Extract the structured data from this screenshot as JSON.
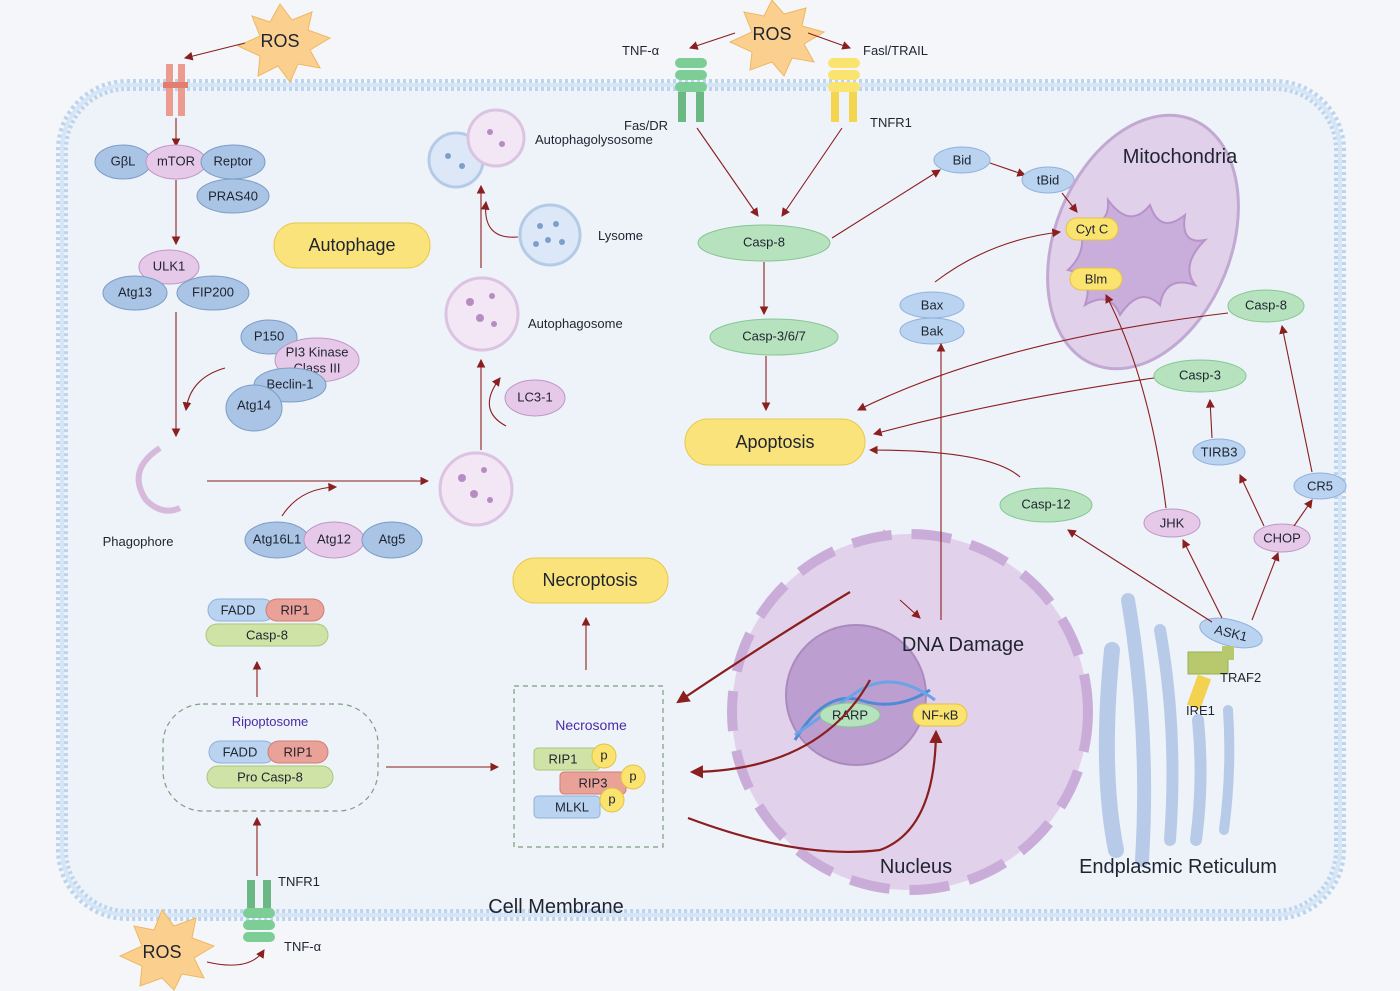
{
  "ros": {
    "label": "ROS"
  },
  "membrane": {
    "cell_membrane": "Cell Membrane"
  },
  "organelles": {
    "mitochondria": "Mitochondria",
    "nucleus": "Nucleus",
    "er": "Endplasmic Reticulum"
  },
  "processes": {
    "autophage": "Autophage",
    "apoptosis": "Apoptosis",
    "necroptosis": "Necroptosis",
    "dna_damage": "DNA Damage"
  },
  "receptors": {
    "tnf_a": "TNF-α",
    "fas_dr": "Fas/DR",
    "fasl_trail": "Fasl/TRAIL",
    "tnfr1": "TNFR1"
  },
  "mtor": {
    "gbl": "GβL",
    "mtor": "mTOR",
    "reptor": "Reptor",
    "pras40": "PRAS40"
  },
  "ulk": {
    "ulk1": "ULK1",
    "atg13": "Atg13",
    "fip200": "FIP200"
  },
  "pi3k": {
    "p150": "P150",
    "pi3k_line1": "PI3 Kinase",
    "pi3k_line2": "Class III",
    "beclin1": "Beclin-1",
    "atg14": "Atg14"
  },
  "autophagy": {
    "phagophore": "Phagophore",
    "atg16l1": "Atg16L1",
    "atg12": "Atg12",
    "atg5": "Atg5",
    "lc3": "LC3-1",
    "autophagosome": "Autophagosome",
    "lysome": "Lysome",
    "autophagolysosome": "Autophagolysosome"
  },
  "apoptosis_path": {
    "casp8": "Casp-8",
    "casp367": "Casp-3/6/7",
    "bid": "Bid",
    "tbid": "tBid",
    "cytc": "Cyt C",
    "blm": "Blm",
    "bax": "Bax",
    "bak": "Bak",
    "casp8_right": "Casp-8",
    "casp3": "Casp-3",
    "tirb3": "TIRB3",
    "cr5": "CR5",
    "casp12": "Casp-12",
    "jhk": "JHK",
    "chop": "CHOP",
    "ask1": "ASK1",
    "traf2": "TRAF2",
    "ire1": "IRE1"
  },
  "necro": {
    "fadd": "FADD",
    "rip1": "RIP1",
    "casp8": "Casp-8",
    "ripoptosome": "Ripoptosome",
    "fadd2": "FADD",
    "rip1b": "RIP1",
    "pro_casp8": "Pro Casp-8",
    "necrosome": "Necrosome",
    "rip1c": "RIP1",
    "rip3": "RIP3",
    "mlkl": "MLKL",
    "p": "p"
  },
  "nucleus_parts": {
    "rarp": "RARP",
    "nfkb": "NF-κB"
  }
}
